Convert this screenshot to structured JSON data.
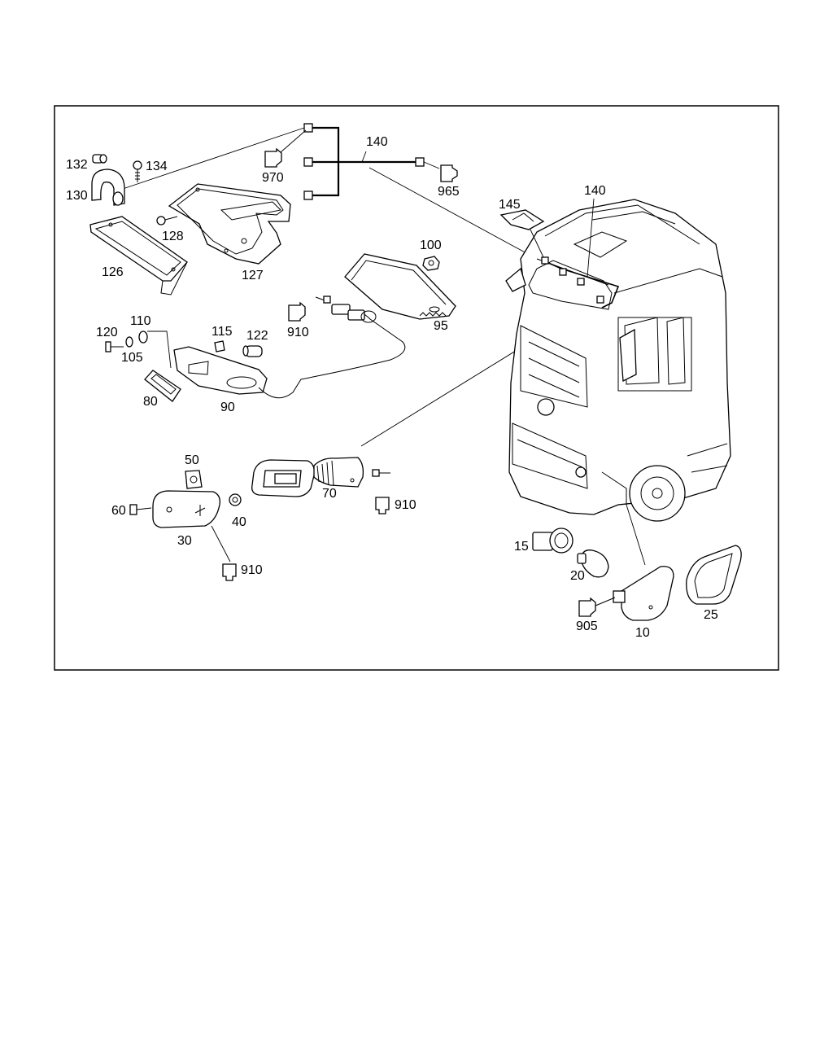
{
  "diagram": {
    "part_labels": {
      "p10": "10",
      "p15": "15",
      "p20": "20",
      "p25": "25",
      "p30": "30",
      "p40": "40",
      "p50": "50",
      "p60": "60",
      "p70": "70",
      "p80": "80",
      "p90": "90",
      "p95": "95",
      "p100": "100",
      "p105": "105",
      "p110": "110",
      "p115": "115",
      "p120": "120",
      "p122": "122",
      "p126": "126",
      "p127": "127",
      "p128": "128",
      "p130": "130",
      "p132": "132",
      "p134": "134",
      "p140_harness": "140",
      "p140_cab": "140",
      "p145": "145",
      "p905": "905",
      "p910_a": "910",
      "p910_b": "910",
      "p910_c": "910",
      "p965": "965",
      "p970": "970"
    }
  }
}
